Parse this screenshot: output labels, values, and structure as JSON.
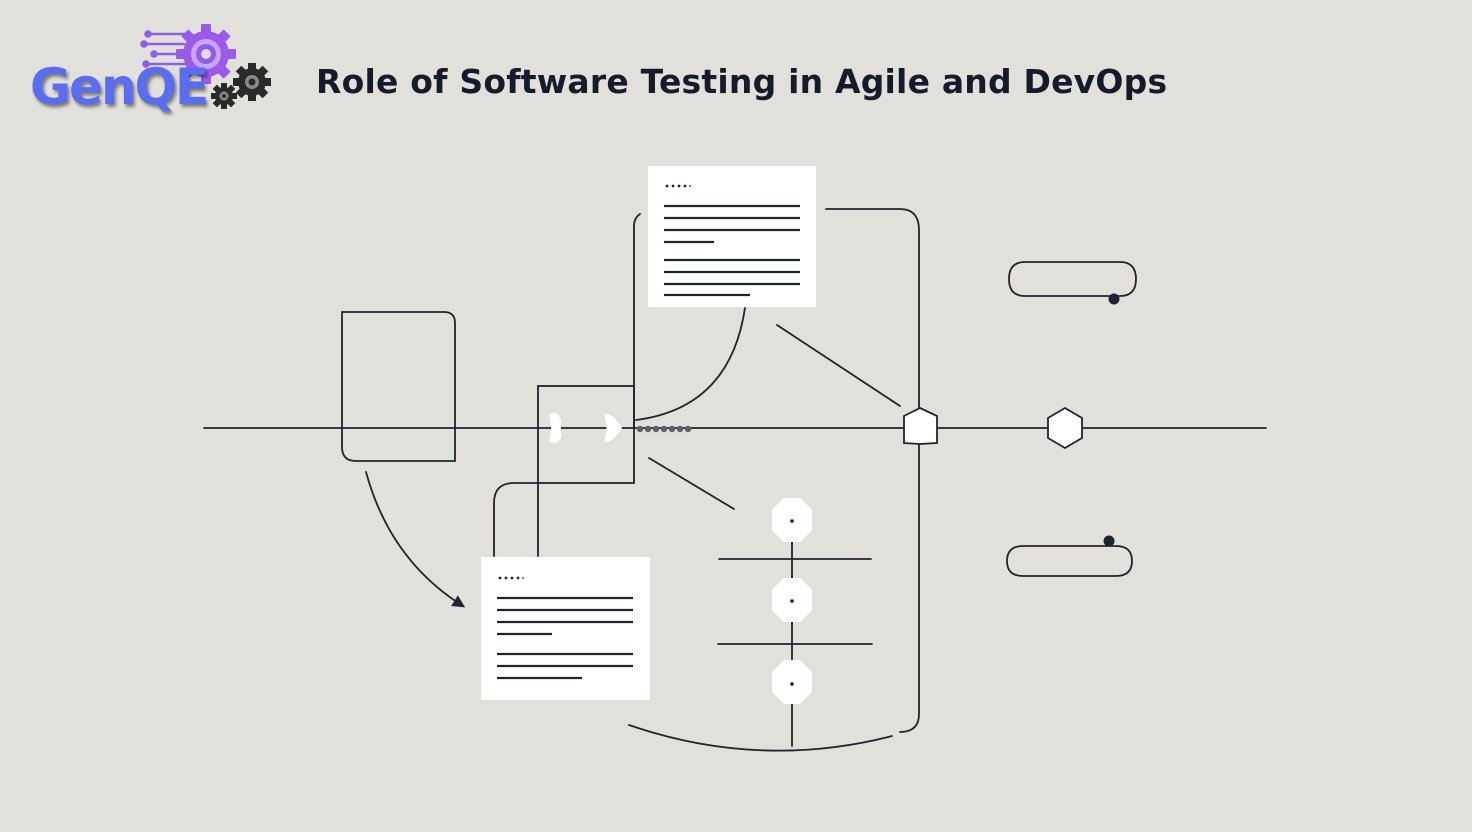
{
  "header": {
    "logo_text": "GenQE",
    "title": "Role of Software Testing in Agile and DevOps"
  },
  "colors": {
    "background": "#e2e0da",
    "ink": "#1e2430",
    "logo_blue": "#5a6cf0",
    "logo_purple": "#8f5ee8",
    "gear_dark": "#2a2a2a",
    "card_fill": "#ffffff"
  },
  "icons": [
    "gear-icon",
    "document-card",
    "hexagon-node",
    "pill-toggle",
    "arrow-head"
  ]
}
